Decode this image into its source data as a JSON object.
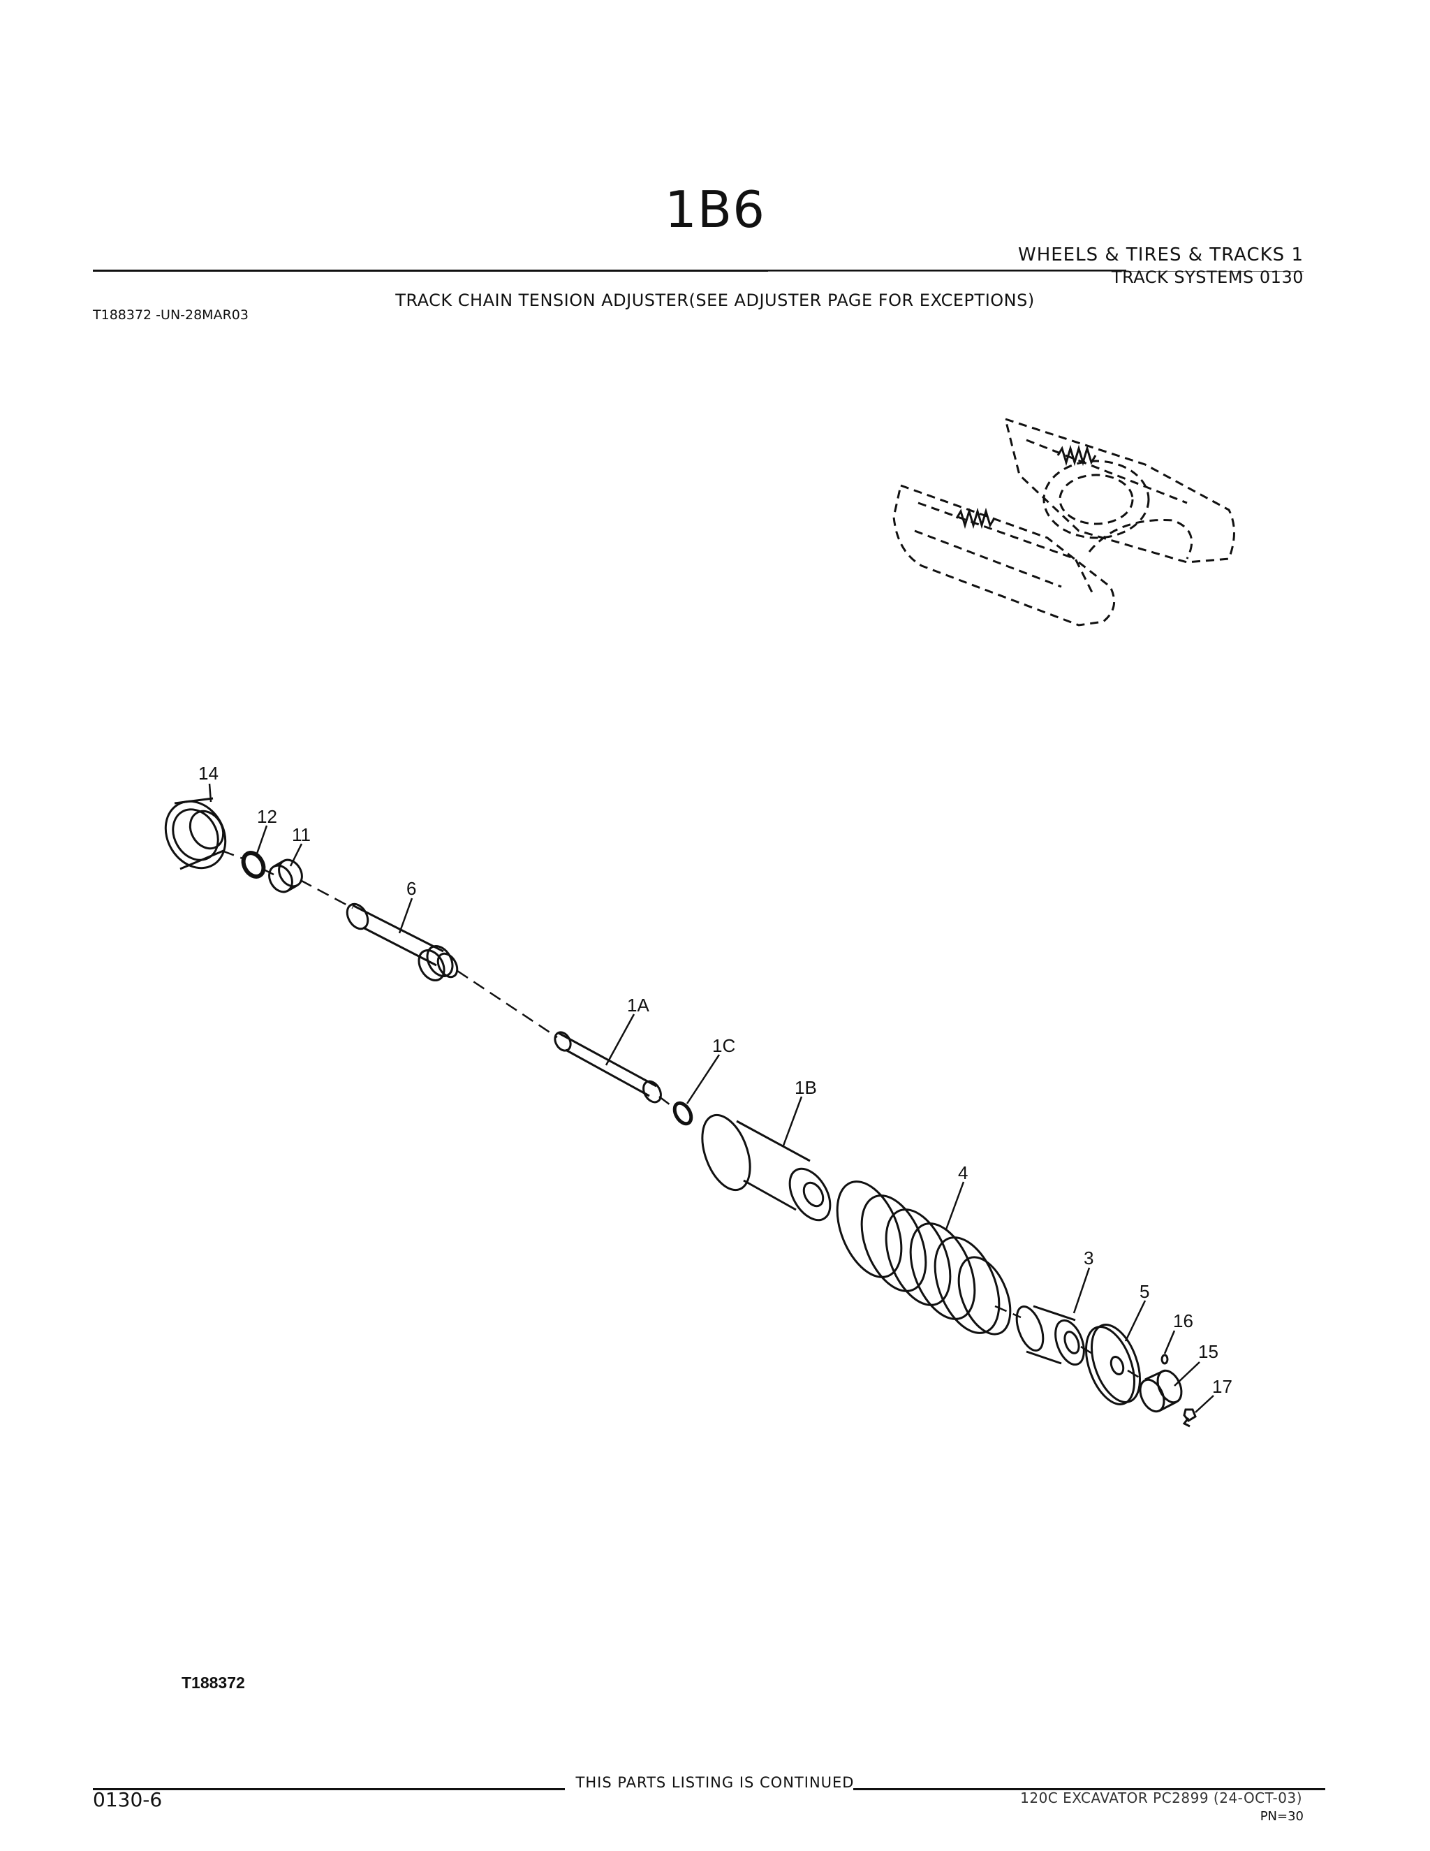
{
  "header": {
    "page_code": "1B6",
    "section": "WHEELS & TIRES & TRACKS 1",
    "subsection": "TRACK SYSTEMS 0130",
    "group_title": "TRACK CHAIN TENSION ADJUSTER(SEE ADJUSTER PAGE FOR EXCEPTIONS)",
    "illustration_ref": "T188372 -UN-28MAR03"
  },
  "diagram": {
    "callouts": [
      "14",
      "12",
      "11",
      "6",
      "1A",
      "1C",
      "1B",
      "4",
      "3",
      "5",
      "16",
      "15",
      "17"
    ],
    "drawing_id": "T188372"
  },
  "footer": {
    "page_number": "0130-6",
    "continued_note": "THIS PARTS LISTING IS CONTINUED",
    "model_info": "120C EXCAVATOR PC2899 (24-OCT-03)",
    "pn": "PN=30"
  }
}
